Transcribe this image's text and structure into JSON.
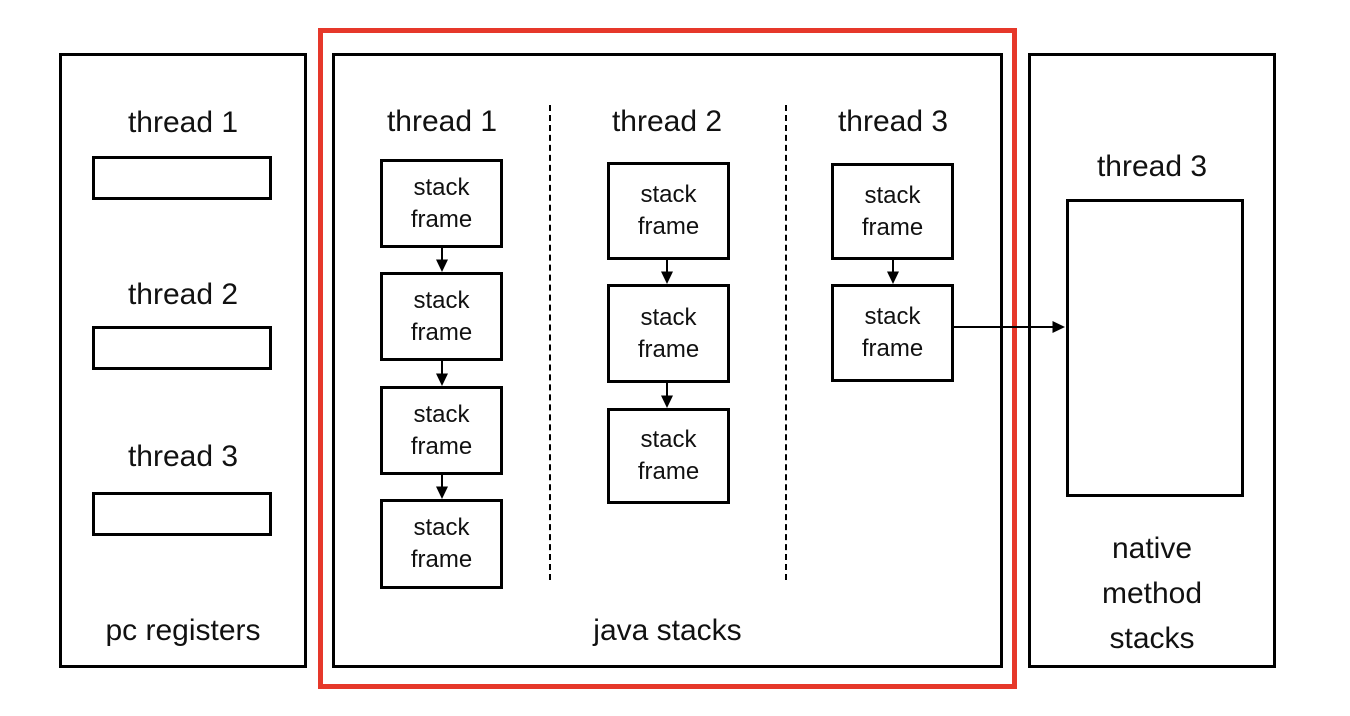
{
  "colors": {
    "accent_red": "#e6382a",
    "line_black": "#000000",
    "background": "#ffffff"
  },
  "icons": {
    "arrow_down": "▼",
    "arrow_right": "→"
  },
  "pc_registers": {
    "caption": "pc registers",
    "threads": [
      {
        "label": "thread 1"
      },
      {
        "label": "thread 2"
      },
      {
        "label": "thread 3"
      }
    ]
  },
  "java_stacks": {
    "caption": "java stacks",
    "columns": [
      {
        "label": "thread 1",
        "frames": [
          "stack\nframe",
          "stack\nframe",
          "stack\nframe",
          "stack\nframe"
        ]
      },
      {
        "label": "thread 2",
        "frames": [
          "stack\nframe",
          "stack\nframe",
          "stack\nframe"
        ]
      },
      {
        "label": "thread 3",
        "frames": [
          "stack\nframe",
          "stack\nframe"
        ]
      }
    ]
  },
  "native_method_stacks": {
    "thread_label": "thread 3",
    "caption": "native\nmethod\nstacks"
  }
}
